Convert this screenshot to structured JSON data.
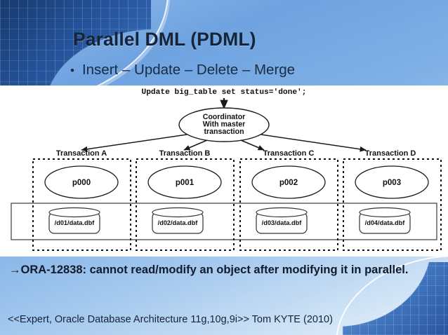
{
  "slide": {
    "title": "Parallel DML (PDML)",
    "bullet_marker": "•",
    "bullet_text": "Insert – Update – Delete – Merge",
    "note": "ORA-12838: cannot read/modify an object after modifying it in parallel.",
    "note_arrow": "→",
    "citation": "<<Expert, Oracle Database Architecture 11g,10g,9i>> Tom KYTE (2010)",
    "background": {
      "top_color": "#6fa3e0",
      "bottom_color": "#eaf3fb",
      "corner_color": "#24529a"
    }
  },
  "diagram": {
    "sql_statement": "Update big_table set status='done';",
    "coordinator": {
      "line1": "Coordinator",
      "line2": "With master",
      "line3": "transaction"
    },
    "transactions": [
      {
        "label": "Transaction A",
        "process": "p000",
        "datafile": "/d01/data.dbf"
      },
      {
        "label": "Transaction B",
        "process": "p001",
        "datafile": "/d02/data.dbf"
      },
      {
        "label": "Transaction C",
        "process": "p002",
        "datafile": "/d03/data.dbf"
      },
      {
        "label": "Transaction D",
        "process": "p003",
        "datafile": "/d04/data.dbf"
      }
    ]
  }
}
